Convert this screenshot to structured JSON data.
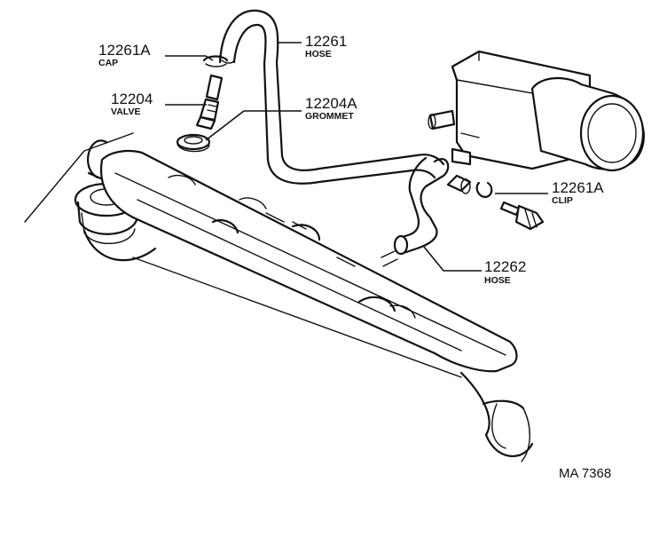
{
  "callouts": [
    {
      "part_no": "12261A",
      "name": "CAP"
    },
    {
      "part_no": "12204",
      "name": "VALVE"
    },
    {
      "part_no": "12261",
      "name": "HOSE"
    },
    {
      "part_no": "12204A",
      "name": "GROMMET"
    },
    {
      "part_no": "12261A",
      "name": "CLIP"
    },
    {
      "part_no": "12262",
      "name": "HOSE"
    }
  ],
  "figure_code": "MA 7368"
}
